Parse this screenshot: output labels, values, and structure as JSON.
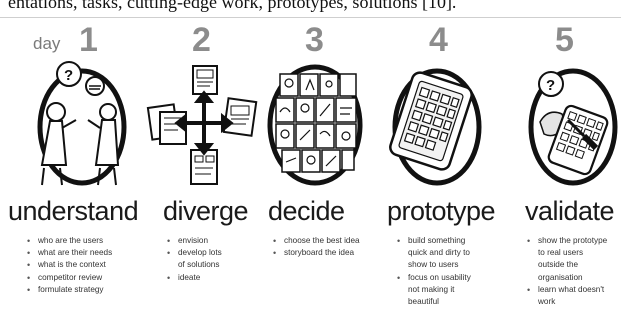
{
  "top_fragment": "entations, tasks, cutting-edge work, prototypes, solutions [10].",
  "day_label": "day",
  "stages": [
    {
      "number": "1",
      "title": "understand",
      "bullets": [
        "who are the users",
        "what are their needs",
        "what is the context",
        "competitor review",
        "formulate strategy"
      ]
    },
    {
      "number": "2",
      "title": "diverge",
      "bullets": [
        "envision",
        "develop lots",
        "of solutions",
        "ideate"
      ]
    },
    {
      "number": "3",
      "title": "decide",
      "bullets": [
        "choose the best idea",
        "storyboard the idea"
      ]
    },
    {
      "number": "4",
      "title": "prototype",
      "bullets": [
        "build something",
        "quick and dirty to",
        "show to users",
        "focus on usability",
        "not making it",
        "beautiful"
      ]
    },
    {
      "number": "5",
      "title": "validate",
      "bullets": [
        "show the prototype",
        "to real users",
        "outside the",
        "organisation",
        "learn what doesn't",
        "work"
      ]
    }
  ],
  "illustrations": [
    {
      "name": "two-people-talking-illustration",
      "text": "?"
    },
    {
      "name": "arrows-and-sketches-illustration"
    },
    {
      "name": "storyboard-illustration"
    },
    {
      "name": "tablet-prototype-illustration"
    },
    {
      "name": "user-testing-tablet-illustration",
      "text": "?"
    }
  ]
}
